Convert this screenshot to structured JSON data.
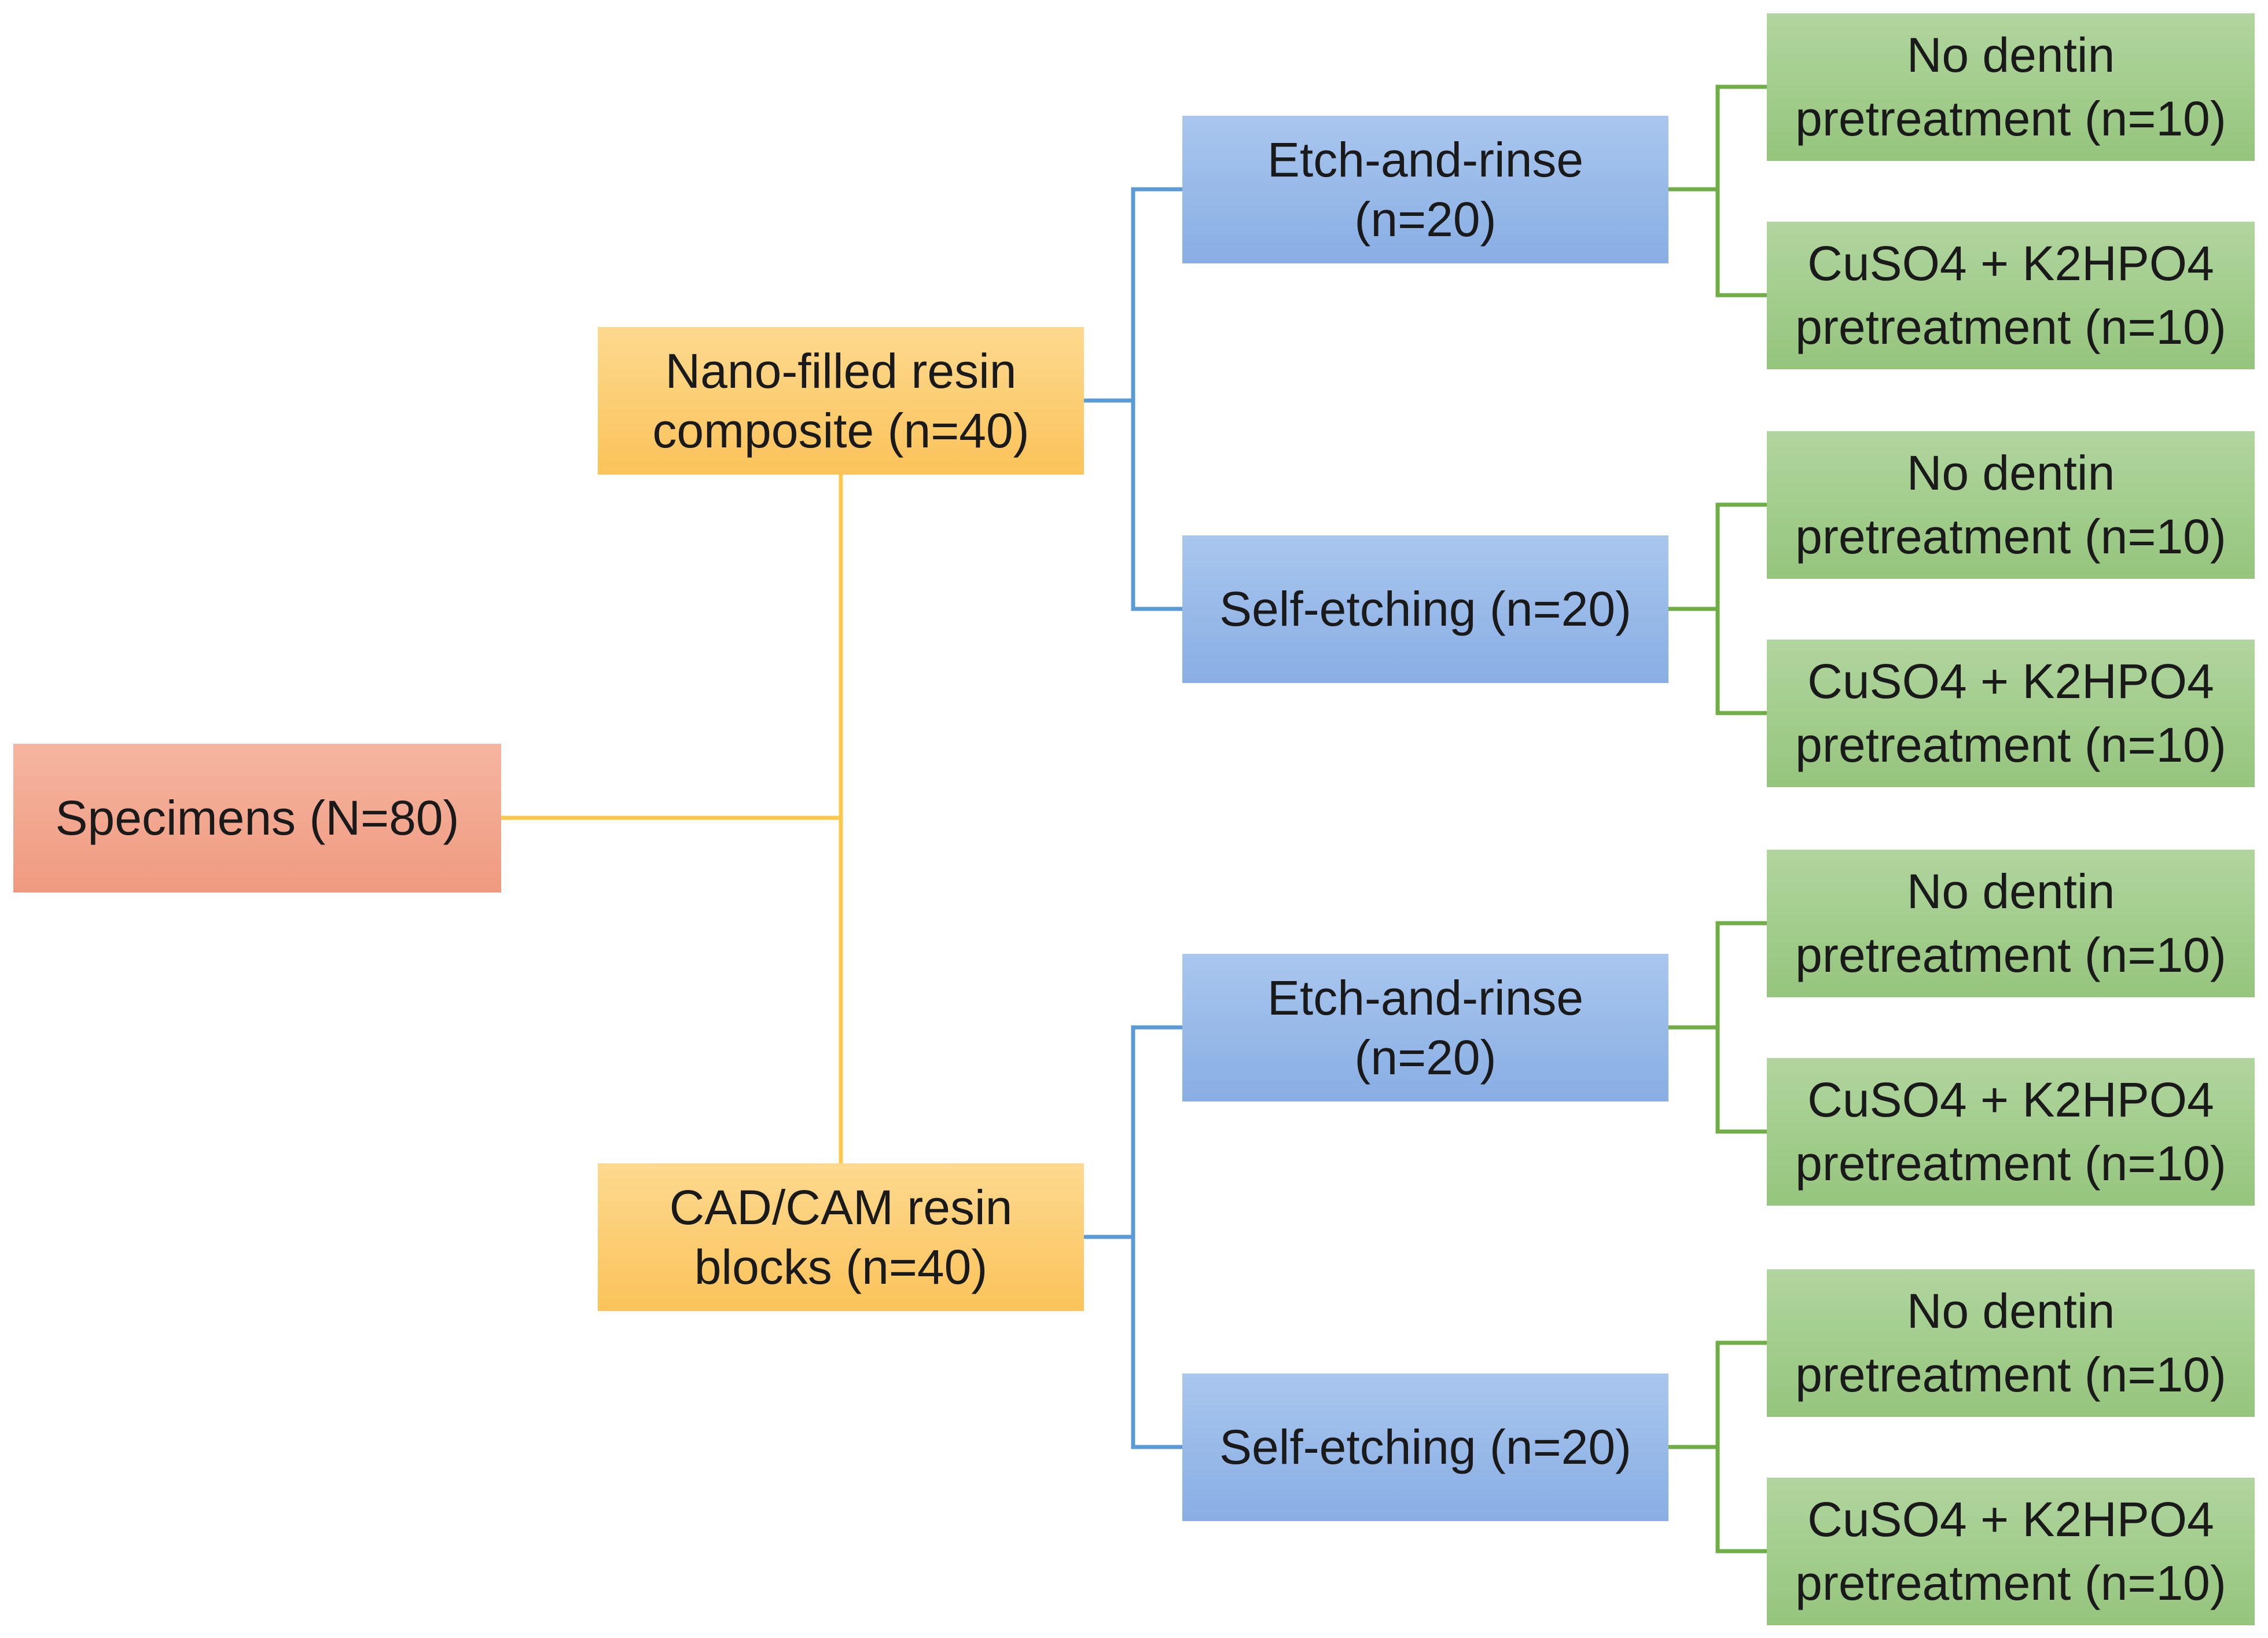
{
  "root": {
    "label": "Specimens (N=80)"
  },
  "materials": [
    {
      "label_lines": [
        "Nano-filled resin",
        "composite (n=40)"
      ],
      "adhesives": [
        {
          "label_lines": [
            "Etch-and-rinse",
            "(n=20)"
          ],
          "pretreatments": [
            {
              "label_lines": [
                "No dentin",
                "pretreatment (n=10)"
              ]
            },
            {
              "label_lines": [
                "CuSO4 + K2HPO4",
                "pretreatment (n=10)"
              ]
            }
          ]
        },
        {
          "label_lines": [
            "Self-etching (n=20)"
          ],
          "pretreatments": [
            {
              "label_lines": [
                "No dentin",
                "pretreatment (n=10)"
              ]
            },
            {
              "label_lines": [
                "CuSO4 + K2HPO4",
                "pretreatment (n=10)"
              ]
            }
          ]
        }
      ]
    },
    {
      "label_lines": [
        "CAD/CAM resin",
        "blocks (n=40)"
      ],
      "adhesives": [
        {
          "label_lines": [
            "Etch-and-rinse",
            "(n=20)"
          ],
          "pretreatments": [
            {
              "label_lines": [
                "No dentin",
                "pretreatment (n=10)"
              ]
            },
            {
              "label_lines": [
                "CuSO4 + K2HPO4",
                "pretreatment (n=10)"
              ]
            }
          ]
        },
        {
          "label_lines": [
            "Self-etching (n=20)"
          ],
          "pretreatments": [
            {
              "label_lines": [
                "No dentin",
                "pretreatment (n=10)"
              ]
            },
            {
              "label_lines": [
                "CuSO4 + K2HPO4",
                "pretreatment (n=10)"
              ]
            }
          ]
        }
      ]
    }
  ],
  "colors": {
    "root_connector": "#fcc84a",
    "material_connector": "#5b9bd5",
    "adhesive_connector": "#70ad47"
  }
}
